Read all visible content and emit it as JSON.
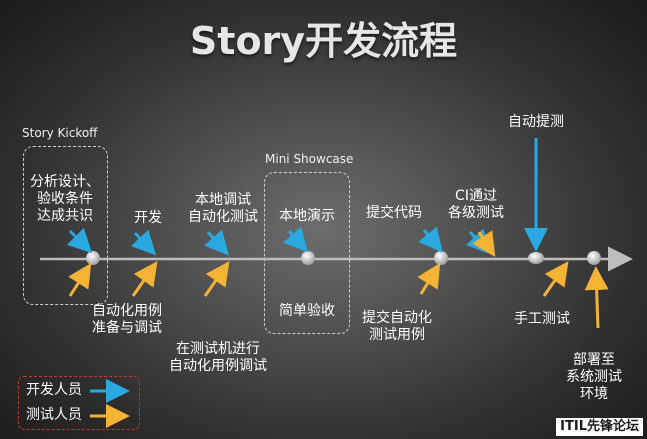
{
  "title": "Story开发流程",
  "phases": {
    "kickoff": "Story Kickoff",
    "showcase": "Mini Showcase"
  },
  "steps": {
    "analysis": [
      "分析设计、",
      "验收条件",
      "达成共识"
    ],
    "develop": "开发",
    "local_test": [
      "本地调试",
      "自动化测试"
    ],
    "local_demo": "本地演示",
    "commit": "提交代码",
    "ci": [
      "CI通过",
      "各级测试"
    ],
    "auto_test_label": "自动提测",
    "auto_case": [
      "自动化用例",
      "准备与调试"
    ],
    "test_machine": [
      "在测试机进行",
      "自动化用例调试"
    ],
    "simple_accept": "简单验收",
    "commit_case": [
      "提交自动化",
      "测试用例"
    ],
    "manual_test": "手工测试",
    "deploy": [
      "部署至",
      "系统测试",
      "环境"
    ]
  },
  "legend": {
    "dev": "开发人员",
    "tester": "测试人员"
  },
  "colors": {
    "dev_arrow": "#29a9e0",
    "tester_arrow": "#f5b335",
    "timeline": "#bdbdbd"
  },
  "watermark": "ITIL先锋论坛"
}
